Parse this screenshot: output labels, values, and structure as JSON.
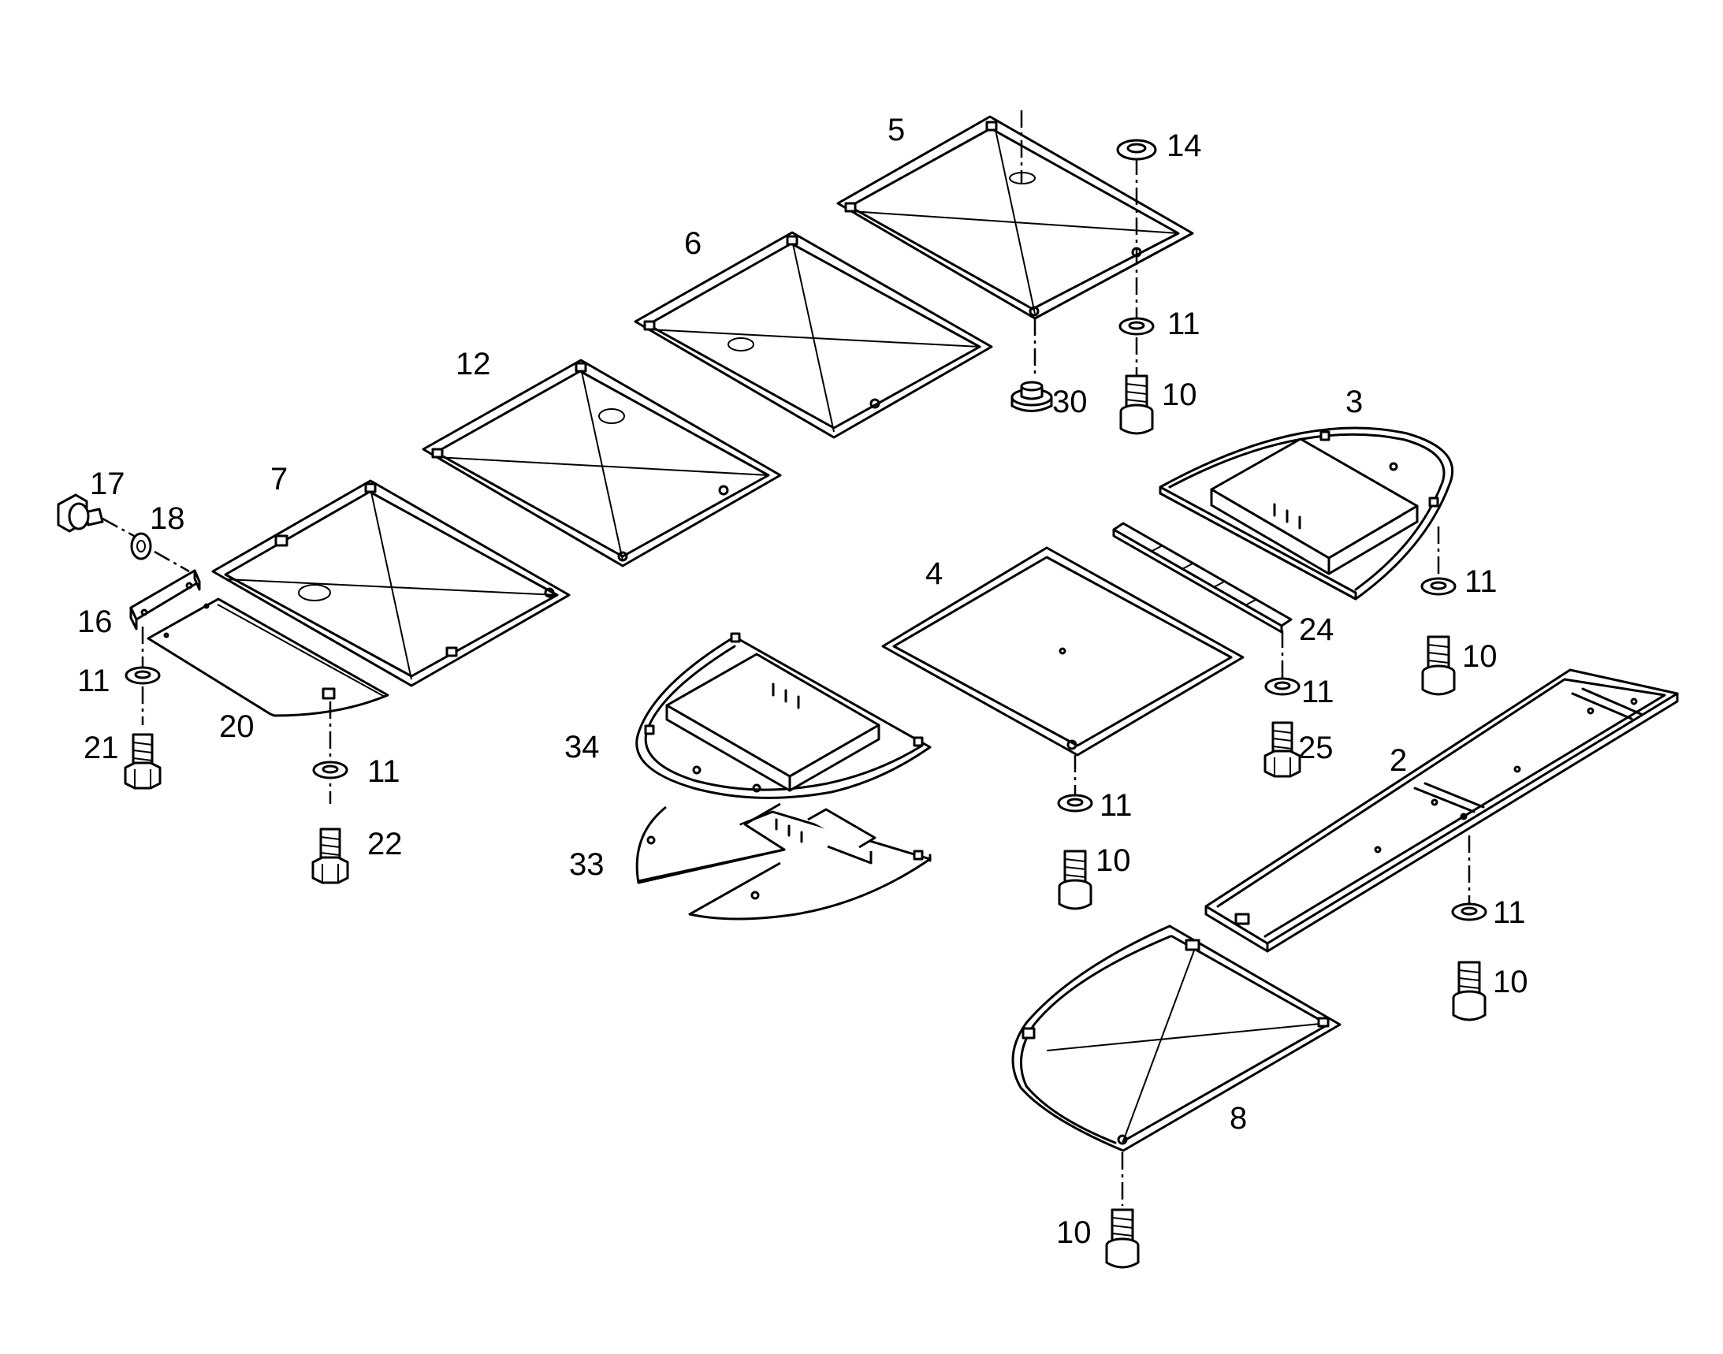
{
  "callouts": [
    {
      "id": "c5",
      "text": "5"
    },
    {
      "id": "c14",
      "text": "14"
    },
    {
      "id": "c6",
      "text": "6"
    },
    {
      "id": "c11a",
      "text": "11"
    },
    {
      "id": "c10a",
      "text": "10"
    },
    {
      "id": "c30",
      "text": "30"
    },
    {
      "id": "c3",
      "text": "3"
    },
    {
      "id": "c12",
      "text": "12"
    },
    {
      "id": "c17",
      "text": "17"
    },
    {
      "id": "c7",
      "text": "7"
    },
    {
      "id": "c18",
      "text": "18"
    },
    {
      "id": "c16",
      "text": "16"
    },
    {
      "id": "c11b",
      "text": "11"
    },
    {
      "id": "c21",
      "text": "21"
    },
    {
      "id": "c20",
      "text": "20"
    },
    {
      "id": "c11c",
      "text": "11"
    },
    {
      "id": "c22",
      "text": "22"
    },
    {
      "id": "c4",
      "text": "4"
    },
    {
      "id": "c24",
      "text": "24"
    },
    {
      "id": "c11d",
      "text": "11"
    },
    {
      "id": "c10b",
      "text": "10"
    },
    {
      "id": "c11e",
      "text": "11"
    },
    {
      "id": "c25",
      "text": "25"
    },
    {
      "id": "c34",
      "text": "34"
    },
    {
      "id": "c33",
      "text": "33"
    },
    {
      "id": "c11f",
      "text": "11"
    },
    {
      "id": "c10c",
      "text": "10"
    },
    {
      "id": "c2",
      "text": "2"
    },
    {
      "id": "c11g",
      "text": "11"
    },
    {
      "id": "c10d",
      "text": "10"
    },
    {
      "id": "c8",
      "text": "8"
    },
    {
      "id": "c10e",
      "text": "10"
    }
  ]
}
